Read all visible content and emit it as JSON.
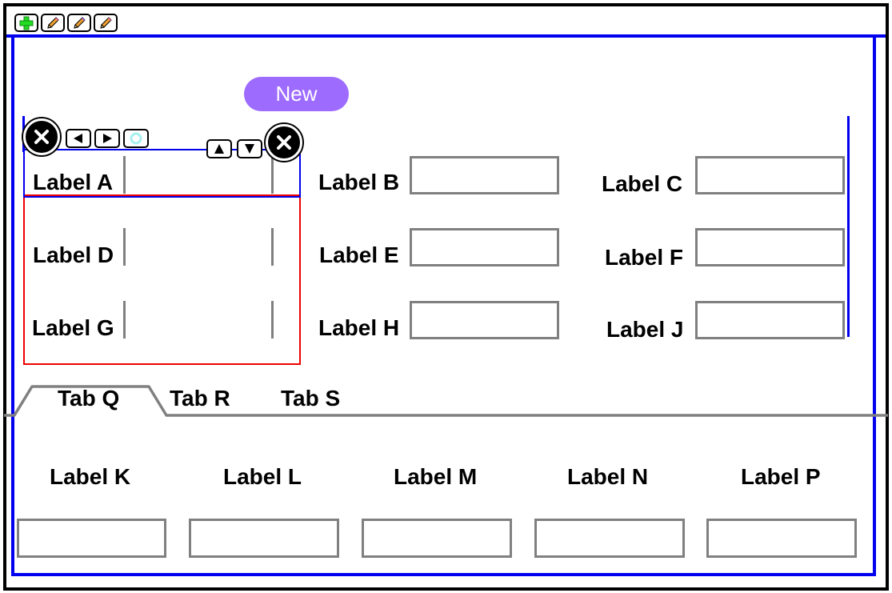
{
  "toolbar": {
    "add_icon": "plus-icon",
    "edit_icons": [
      "pencil-icon",
      "pencil-icon",
      "pencil-icon"
    ]
  },
  "new_button": {
    "label": "New"
  },
  "form": {
    "labels": {
      "a": "Label A",
      "b": "Label B",
      "c": "Label C",
      "d": "Label D",
      "e": "Label E",
      "f": "Label F",
      "g": "Label G",
      "h": "Label H",
      "j": "Label J"
    }
  },
  "tabs": {
    "items": [
      {
        "label": "Tab Q",
        "active": true
      },
      {
        "label": "Tab R",
        "active": false
      },
      {
        "label": "Tab S",
        "active": false
      }
    ]
  },
  "tab_content": {
    "labels": [
      "Label K",
      "Label L",
      "Label M",
      "Label N",
      "Label P"
    ]
  },
  "colors": {
    "frame_blue": "#0000ee",
    "accent_purple": "#9e6bff",
    "selection_red": "#ee0000",
    "field_gray": "#808080",
    "add_green": "#22dd22"
  }
}
